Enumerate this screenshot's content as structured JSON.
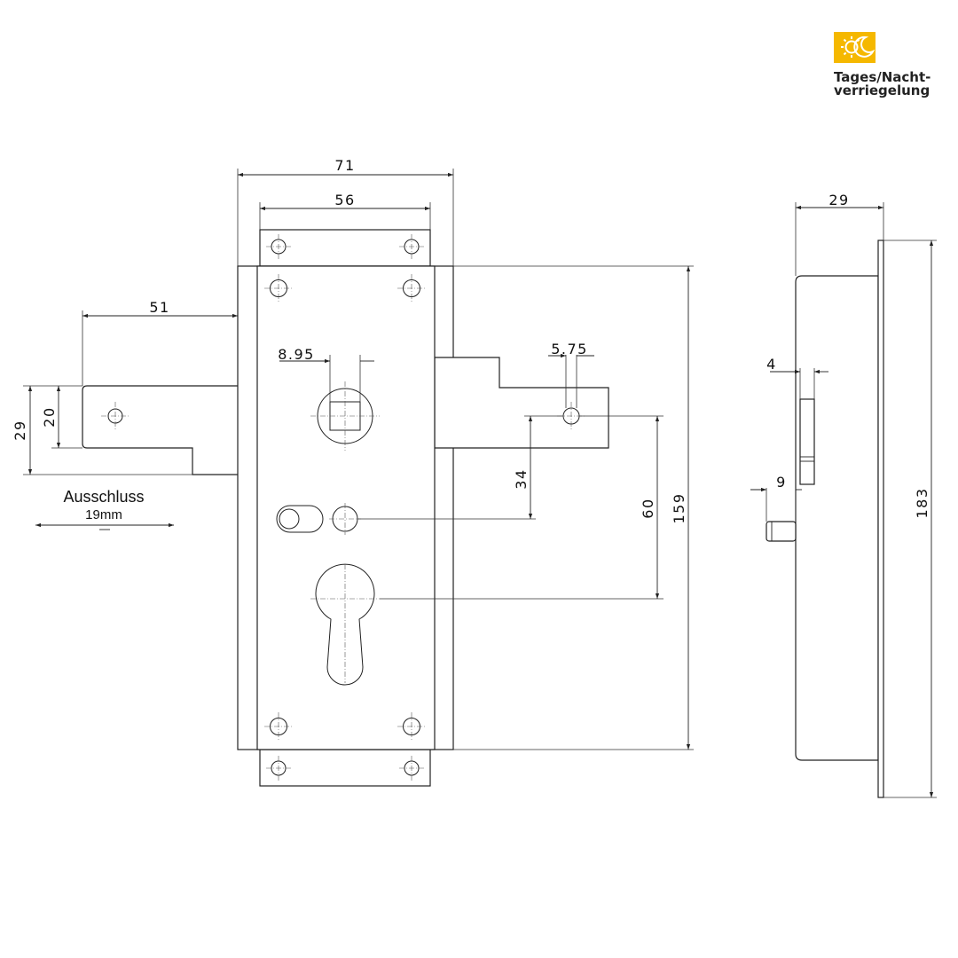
{
  "badge": {
    "label_line1": "Tages/Nacht-",
    "label_line2": "verriegelung",
    "color": "#F5B800",
    "icon": "sun-moon-icon"
  },
  "front_view": {
    "dim_width_total": "71",
    "dim_width_inner": "56",
    "dim_backset_bolt": "51",
    "dim_bolt_height_outer": "29",
    "dim_bolt_height_inner": "20",
    "dim_square_spindle": "8.95",
    "dim_latch_pin": "5.75",
    "dim_spindle_to_pin": "34",
    "dim_spindle_to_cylinder": "60",
    "dim_case_height": "159",
    "throw_label": "Ausschluss",
    "throw_value": "19mm"
  },
  "side_view": {
    "dim_depth": "29",
    "dim_faceplate": "4",
    "dim_pin": "9",
    "dim_faceplate_height": "183"
  }
}
